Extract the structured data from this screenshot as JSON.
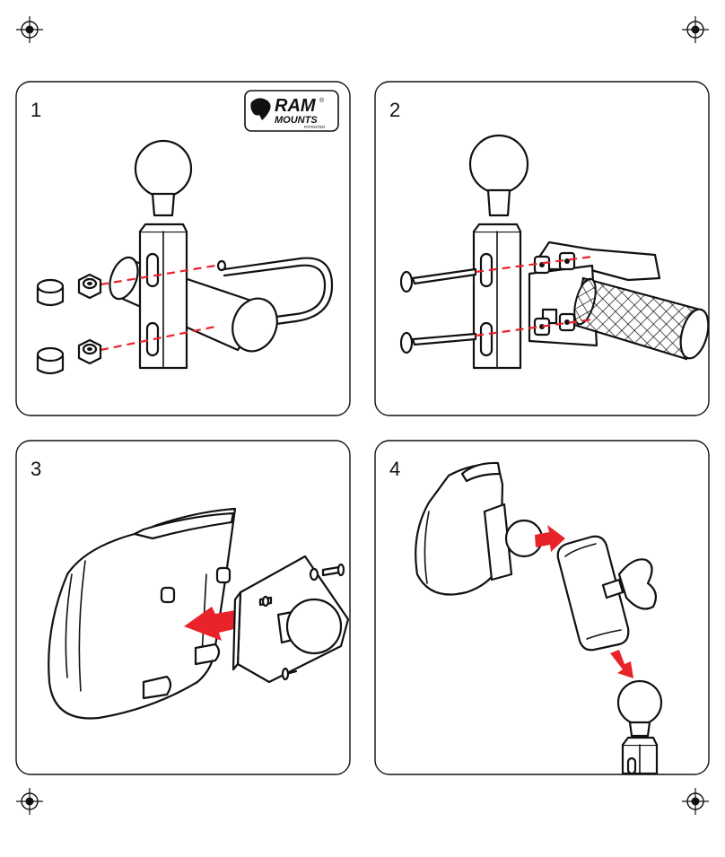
{
  "panels": [
    {
      "number": "1"
    },
    {
      "number": "2"
    },
    {
      "number": "3"
    },
    {
      "number": "4"
    }
  ],
  "logo": {
    "line1": "RAM",
    "line2": "MOUNTS",
    "line3": "PATENTED",
    "registered": "®"
  },
  "colors": {
    "accent_red": "#e8232a",
    "line": "#111111"
  }
}
